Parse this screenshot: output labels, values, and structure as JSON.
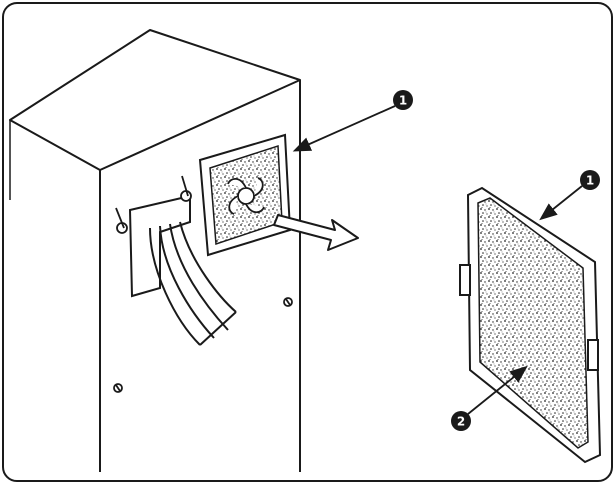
{
  "callouts": [
    {
      "id": "callout-1-fan-cover",
      "label": "1"
    },
    {
      "id": "callout-1-detached-cover",
      "label": "1"
    },
    {
      "id": "callout-2-filter",
      "label": "2"
    }
  ],
  "colors": {
    "ink": "#1a1a1a",
    "frame": "#ffffff",
    "filter_fill": "#d9d9d9"
  },
  "icons": [
    "cabinet-illustration",
    "fan-filter-housing",
    "removal-arrow",
    "detached-filter-cover",
    "screw-icon",
    "cable-bundle"
  ]
}
